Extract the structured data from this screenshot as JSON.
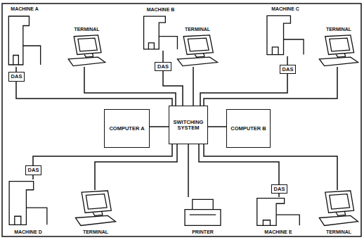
{
  "diagram": {
    "nodes": [
      {
        "text": [
          "MACHINE A"
        ]
      },
      {
        "text": [
          "TERMINAL"
        ]
      },
      {
        "text": [
          "MACHINE B"
        ]
      },
      {
        "text": [
          "TERMINAL"
        ]
      },
      {
        "text": [
          "MACHINE C"
        ]
      },
      {
        "text": [
          "TERMINAL"
        ]
      },
      {
        "text": [
          "DAS"
        ]
      },
      {
        "text": [
          "DAS"
        ]
      },
      {
        "text": [
          "DAS"
        ]
      },
      {
        "text": [
          "COMPUTER A"
        ]
      },
      {
        "text": [
          "SWITCHING SYSTEM"
        ]
      },
      {
        "text": [
          "COMPUTER B"
        ]
      },
      {
        "text": [
          "DAS"
        ]
      },
      {
        "text": [
          "DAS"
        ]
      },
      {
        "text": [
          "MACHINE D"
        ]
      },
      {
        "text": [
          "TERMINAL"
        ]
      },
      {
        "text": [
          "PRINTER"
        ]
      },
      {
        "text": [
          "MACHINE E"
        ]
      },
      {
        "text": [
          "TERMINAL"
        ]
      }
    ],
    "edges": [
      {
        "from": 0,
        "to": 6,
        "arrow": "none"
      },
      {
        "from": 2,
        "to": 7,
        "arrow": "none"
      },
      {
        "from": 4,
        "to": 8,
        "arrow": "none"
      },
      {
        "from": 14,
        "to": 12,
        "arrow": "none"
      },
      {
        "from": 17,
        "to": 13,
        "arrow": "none"
      },
      {
        "from": 6,
        "to": 10,
        "arrow": "none"
      },
      {
        "from": 1,
        "to": 10,
        "arrow": "none"
      },
      {
        "from": 7,
        "to": 10,
        "arrow": "none"
      },
      {
        "from": 3,
        "to": 10,
        "arrow": "none"
      },
      {
        "from": 8,
        "to": 10,
        "arrow": "none"
      },
      {
        "from": 5,
        "to": 10,
        "arrow": "none"
      },
      {
        "from": 9,
        "to": 10,
        "arrow": "none"
      },
      {
        "from": 11,
        "to": 10,
        "arrow": "none"
      },
      {
        "from": 12,
        "to": 10,
        "arrow": "none"
      },
      {
        "from": 15,
        "to": 10,
        "arrow": "none"
      },
      {
        "from": 16,
        "to": 10,
        "arrow": "none"
      },
      {
        "from": 13,
        "to": 10,
        "arrow": "none"
      },
      {
        "from": 18,
        "to": 10,
        "arrow": "none"
      }
    ]
  }
}
